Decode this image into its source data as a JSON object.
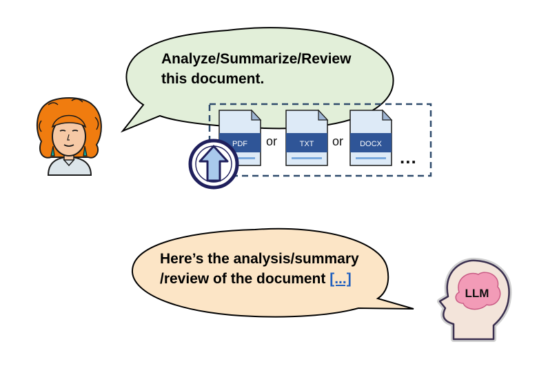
{
  "user_bubble": {
    "line1": "Analyze/Summarize/Review",
    "line2": "this document."
  },
  "file_types": {
    "pdf": "PDF",
    "txt": "TXT",
    "docx": "DOCX",
    "or1": "or",
    "or2": "or",
    "more": "..."
  },
  "reply_bubble": {
    "line1": "Here’s the analysis/summary",
    "line2": "/review of the document",
    "link": "[...]"
  },
  "llm_label": "LLM",
  "colors": {
    "user_bubble_fill": "#e2efd9",
    "reply_bubble_fill": "#fce5c6",
    "doc_blue": "#2f5597",
    "doc_page": "#ddeaf7",
    "hair": "#f07c0f",
    "upload_ring": "#1f1f5c",
    "dashed_border": "#2e4a6b",
    "link": "#1f5fbf"
  }
}
